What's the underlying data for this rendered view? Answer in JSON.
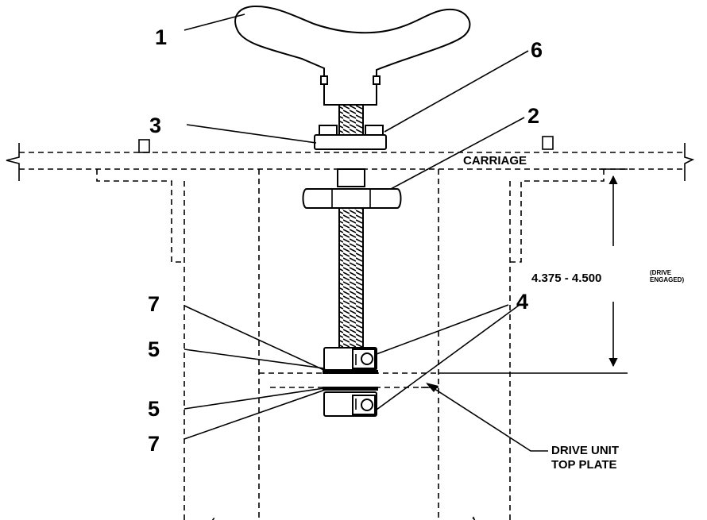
{
  "callouts": {
    "c1": "1",
    "c2": "2",
    "c3": "3",
    "c4": "4",
    "c5_upper": "5",
    "c5_lower": "5",
    "c6": "6",
    "c7_upper": "7",
    "c7_lower": "7"
  },
  "labels": {
    "carriage": "CARRIAGE",
    "dimension": "4.375 - 4.500",
    "dimension_note_line1": "(DRIVE",
    "dimension_note_line2": "ENGAGED)",
    "drive_unit_line1": "DRIVE UNIT",
    "drive_unit_line2": "TOP PLATE"
  }
}
